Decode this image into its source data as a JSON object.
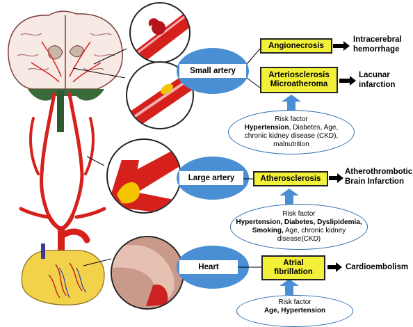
{
  "small_artery": {
    "vessel_label": "Small artery",
    "lesions": [
      "Angionecrosis",
      "Arteriosclerosis",
      "Microatheroma"
    ],
    "outcome_hemorrhage": [
      "Intracerebral",
      "hemorrhage"
    ],
    "outcome_lacunar": [
      "Lacunar",
      "infarction"
    ],
    "risk": {
      "title": "Risk factor",
      "line1_bold": "Hypertension",
      "line1_rest": ", Diabetes, Age,",
      "line2": "chronic kidney disease (CKD),",
      "line3": "malnutrition"
    }
  },
  "large_artery": {
    "vessel_label": "Large artery",
    "lesion": "Atherosclerosis",
    "outcome": [
      "Atherothrombotic",
      "Brain Infarction"
    ],
    "risk": {
      "title": "Risk factor",
      "line1": "Hypertension, Diabetes, Dyslipidemia,",
      "line2_bold": "Smoking,",
      "line2_rest": " Age, chronic kidney",
      "line3": "disease(CKD)"
    }
  },
  "heart": {
    "vessel_label": "Heart",
    "lesion": [
      "Atrial",
      "fibrillation"
    ],
    "outcome": "Cardioembolism",
    "risk": {
      "title": "Risk factor",
      "line1": "Age, Hypertension"
    }
  },
  "colors": {
    "oval_blue": "#4a8fd4",
    "lesion_yellow": "#f3f03a",
    "artery_red": "#d6201c",
    "circle_border": "#222222"
  }
}
